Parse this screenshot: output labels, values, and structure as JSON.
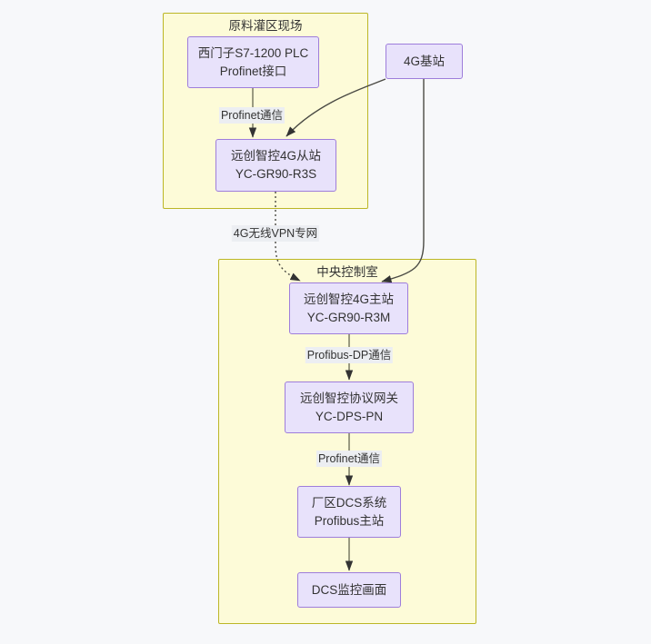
{
  "diagram": {
    "background_color": "#f7f8fa",
    "cluster_fill": "#fdfbd8",
    "cluster_stroke": "#bcb626",
    "node_fill": "#e8e2fb",
    "node_stroke": "#9e7ddb",
    "edge_color": "#333333"
  },
  "clusters": [
    {
      "id": "field",
      "title": "原料灌区现场"
    },
    {
      "id": "control_room",
      "title": "中央控制室"
    }
  ],
  "nodes": [
    {
      "id": "plc",
      "line1": "西门子S7-1200 PLC",
      "line2": "Profinet接口"
    },
    {
      "id": "base_station",
      "line1": "4G基站",
      "line2": ""
    },
    {
      "id": "slave",
      "line1": "远创智控4G从站",
      "line2": "YC-GR90-R3S"
    },
    {
      "id": "master",
      "line1": "远创智控4G主站",
      "line2": "YC-GR90-R3M"
    },
    {
      "id": "gateway",
      "line1": "远创智控协议网关",
      "line2": "YC-DPS-PN"
    },
    {
      "id": "dcs",
      "line1": "厂区DCS系统",
      "line2": "Profibus主站"
    },
    {
      "id": "hmi",
      "line1": "DCS监控画面",
      "line2": ""
    }
  ],
  "edge_labels": [
    {
      "id": "plc_to_slave",
      "text": "Profinet通信"
    },
    {
      "id": "slave_to_master",
      "text": "4G无线VPN专网"
    },
    {
      "id": "master_to_gateway",
      "text": "Profibus-DP通信"
    },
    {
      "id": "gateway_to_dcs",
      "text": "Profinet通信"
    }
  ]
}
